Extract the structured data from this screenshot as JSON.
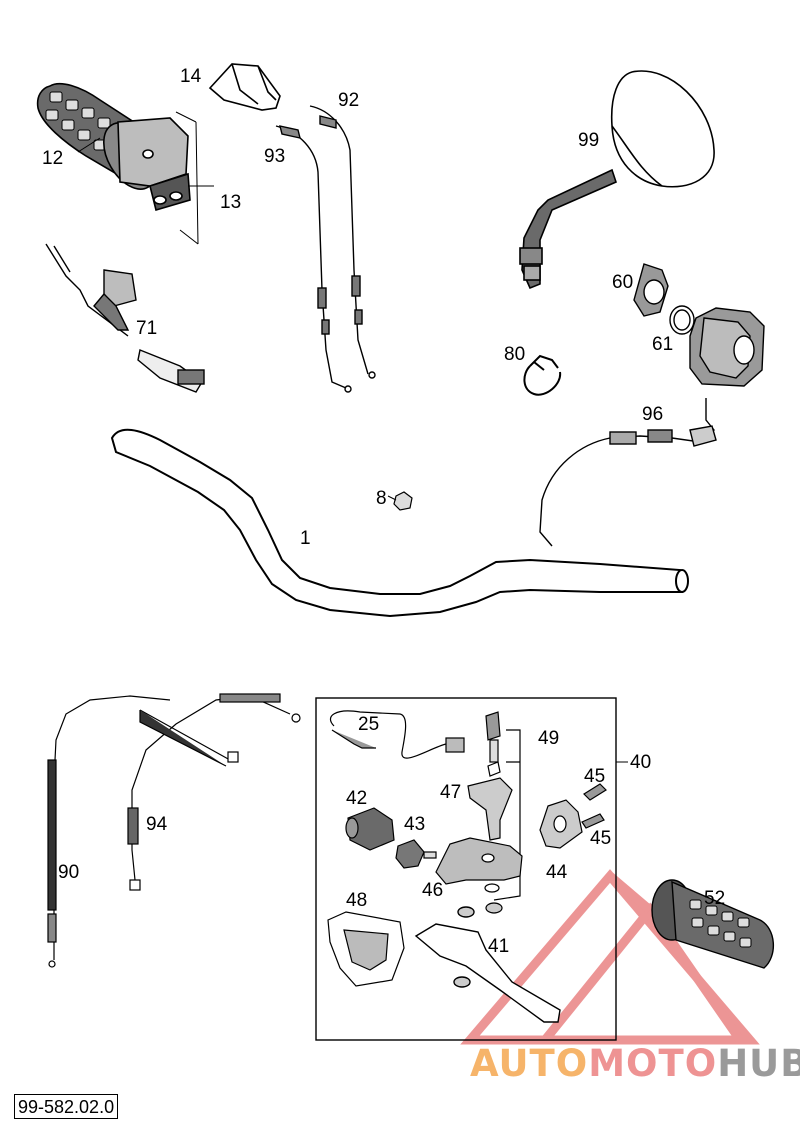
{
  "diagram": {
    "callouts": [
      "14",
      "92",
      "12",
      "93",
      "99",
      "13",
      "60",
      "71",
      "61",
      "80",
      "96",
      "8",
      "1",
      "25",
      "49",
      "40",
      "45",
      "47",
      "42",
      "43",
      "94",
      "45",
      "44",
      "90",
      "46",
      "48",
      "52",
      "41"
    ]
  },
  "footer": {
    "reference": "99-582.02.0"
  },
  "watermark": {
    "part1": "AUTO",
    "part2": "MOTO",
    "part3": "HUB"
  }
}
